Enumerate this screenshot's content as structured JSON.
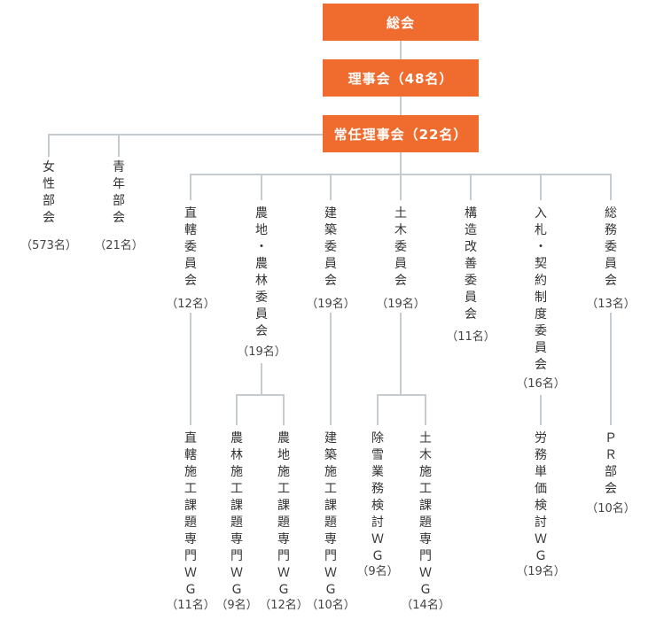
{
  "top": {
    "general": "総会",
    "board": "理事会（48名）",
    "standing": "常任理事会（22名）"
  },
  "side": [
    {
      "key": "women",
      "label": "女性部会",
      "count": "（573名）"
    },
    {
      "key": "youth",
      "label": "青年部会",
      "count": "（21名）"
    }
  ],
  "committees": [
    {
      "key": "direct",
      "label": "直轄委員会",
      "count": "（12名）"
    },
    {
      "key": "agri",
      "label": "農地・農林委員会",
      "count": "（19名）"
    },
    {
      "key": "build",
      "label": "建築委員会",
      "count": "（19名）"
    },
    {
      "key": "civil",
      "label": "土木委員会",
      "count": "（19名）"
    },
    {
      "key": "struct",
      "label": "構造改善委員会",
      "count": "（11名）"
    },
    {
      "key": "bid",
      "label": "入札・契約制度委員会",
      "count": "（16名）"
    },
    {
      "key": "general",
      "label": "総務委員会",
      "count": "（13名）"
    }
  ],
  "wgs": [
    {
      "key": "direct-wg",
      "label": "直轄施工課題専門ＷＧ",
      "count": "（11名）"
    },
    {
      "key": "agri-forest-wg",
      "label": "農林施工課題専門ＷＧ",
      "count": "（9名）"
    },
    {
      "key": "agri-land-wg",
      "label": "農地施工課題専門ＷＧ",
      "count": "（12名）"
    },
    {
      "key": "build-wg",
      "label": "建築施工課題専門ＷＧ",
      "count": "（10名）"
    },
    {
      "key": "snow-wg",
      "label": "除雪業務検討ＷＧ",
      "count": "（9名）"
    },
    {
      "key": "civil-wg",
      "label": "土木施工課題専門ＷＧ",
      "count": "（14名）"
    },
    {
      "key": "labor-wg",
      "label": "労務単価検討ＷＧ",
      "count": "（19名）"
    },
    {
      "key": "pr-wg",
      "label": "ＰＲ部会",
      "count": "（10名）"
    }
  ]
}
